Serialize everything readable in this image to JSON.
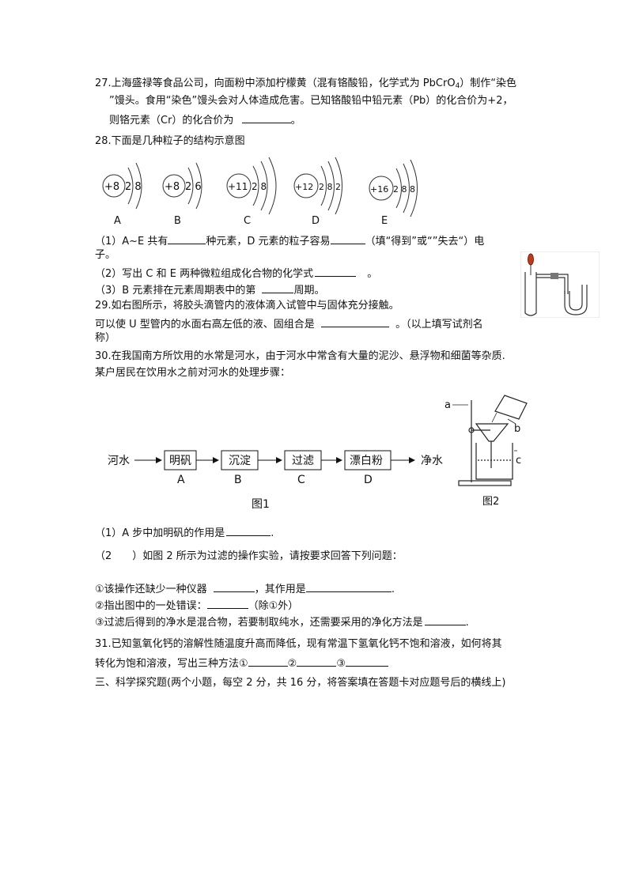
{
  "q27": {
    "line1": "27.上海盛禄等食品公司，向面粉中添加柠檬黄（混有铬酸铅，化学式为 PbCrO",
    "sub": "4",
    "line1_end": "）制作“染色",
    "line2": "”馒头。食用“染色”馒头会对人体造成危害。已知铬酸铅中铅元素（Pb）的化合价为+2，",
    "line3": "则铬元素（Cr）的化合价为",
    "line3_end": "。"
  },
  "q28": {
    "title": "28.下面是几种粒子的结构示意图",
    "atoms": [
      {
        "nucleus": "+8",
        "shells": "2 8",
        "label": "A"
      },
      {
        "nucleus": "+8",
        "shells": "2 6",
        "label": "B"
      },
      {
        "nucleus": "+11",
        "shells": "2 8",
        "label": "C"
      },
      {
        "nucleus": "+12",
        "shells": "2 8 2",
        "label": "D"
      },
      {
        "nucleus": "+16",
        "shells": "2 8 8",
        "label": "E"
      }
    ],
    "p1_a": "（1）A~E 共有",
    "p1_b": "种元素，D 元素的粒子容易",
    "p1_c": "（填“得到”或“”失去“）电",
    "p1_d": "子。",
    "p2_a": "（2）写出 C 和 E 两种微粒组成化合物的化学式",
    "p2_b": "。",
    "p3_a": "（3）B 元素排在元素周期表中的第",
    "p3_b": "周期。"
  },
  "q29": {
    "line1": "29.如右图所示，将胶头滴管内的液体滴入试管中与固体充分接触。",
    "line2_a": "可以使 U 型管内的水面右高左低的液、固组合是",
    "line2_b": "。（以上填写试剂名",
    "line3": "称）"
  },
  "q30": {
    "line1": "30.在我国南方所饮用的水常是河水，由于河水中常含有大量的泥沙、悬浮物和细菌等杂质.",
    "line2": "某户居民在饮用水之前对河水的处理步骤：",
    "flow_start": "河水",
    "flow_end": "净水",
    "steps": [
      {
        "text": "明矾",
        "label": "A"
      },
      {
        "text": "沉淀",
        "label": "B"
      },
      {
        "text": "过滤",
        "label": "C"
      },
      {
        "text": "漂白粉",
        "label": "D"
      }
    ],
    "fig1": "图1",
    "fig2": "图2",
    "fig2_labels": [
      "a",
      "b",
      "c"
    ],
    "p1_a": "（1）A 步中加明矾的作用是",
    "p1_b": ".",
    "p2": "（2　　）如图 2 所示为过滤的操作实验，请按要求回答下列问题：",
    "s1_a": "①该操作还缺少一种仪器",
    "s1_b": "，其作用是",
    "s1_c": ".",
    "s2_a": "②指出图中的一处错误：",
    "s2_b": "（除①外）",
    "s3_a": "③过滤后得到的净水是混合物，若要制取纯水，还需要采用的净化方法是",
    "s3_b": "."
  },
  "q31": {
    "line1": "31.已知氢氧化钙的溶解性随温度升高而降低，现有常温下氢氧化钙不饱和溶液，如何将其",
    "line2": "转化为饱和溶液，写出三种方法①",
    "m2": "②",
    "m3": "③"
  },
  "section3": "三、科学探究题(两个小题，每空 2 分，共 16 分，将答案填在答题卡对应题号后的横线上)"
}
